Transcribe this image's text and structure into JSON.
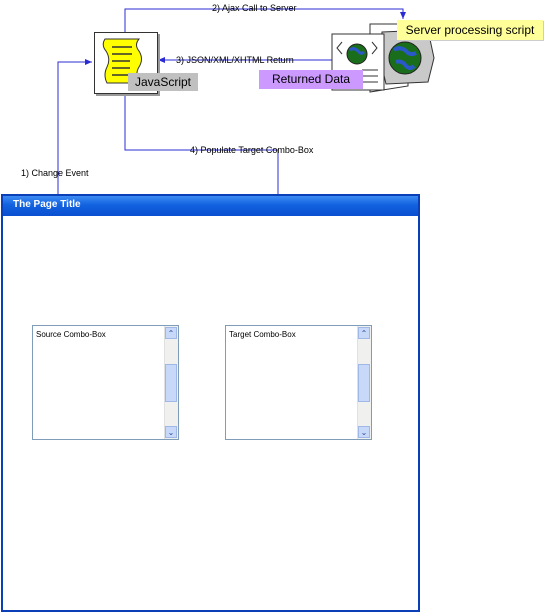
{
  "diagram": {
    "steps": {
      "step1": "1) Change Event",
      "step2": "2) Ajax Call to Server",
      "step3": "3) JSON/XML/XHTML Return",
      "step4": "4) Populate Target Combo-Box"
    },
    "javascript_label": "JavaScript",
    "server_label": "Server processing script",
    "returned_label": "Returned Data",
    "colors": {
      "connector": "#2b2bd6",
      "window_border": "#0a3fb8",
      "titlebar": "#1262e0",
      "js_tag": "#c0c0c0",
      "server_tag": "#ffff99",
      "returned_tag": "#cc99ff",
      "script_page": "#ffff00"
    },
    "icons": [
      "javascript-document-icon",
      "web-page-icon",
      "server-document-icon"
    ]
  },
  "window": {
    "title": "The Page Title",
    "source_combo": {
      "label": "Source Combo-Box"
    },
    "target_combo": {
      "label": "Target Combo-Box"
    }
  }
}
